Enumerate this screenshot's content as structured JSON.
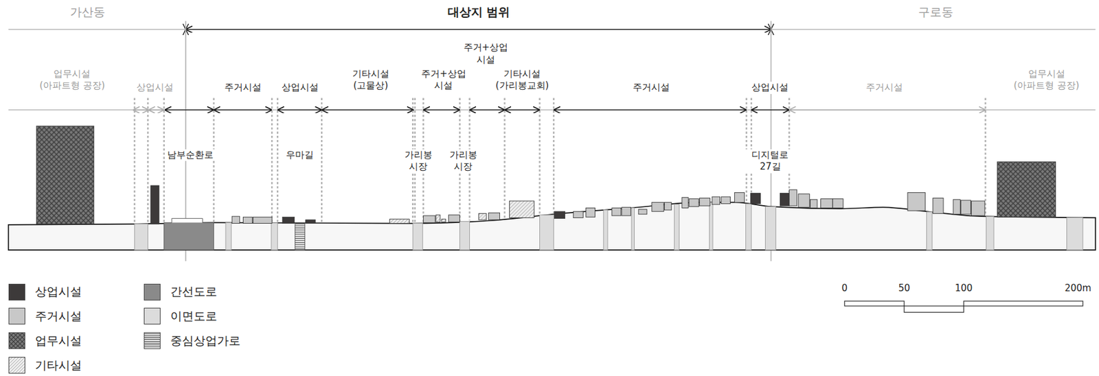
{
  "diagram": {
    "labels": [
      "가산동",
      "대상지 범위",
      "구로동",
      "업무시설 (아파트형 공장)",
      "상업시설",
      "주거시설",
      "상업시설",
      "기타시설 (고물상)",
      "주거+상업 시설",
      "주거+상업 시설",
      "기타시설 (가리봉교회)",
      "주거시설",
      "상업시설",
      "주거시설",
      "업무시설 (아파트형 공장)",
      "남부순환로",
      "우마길",
      "가리봉 시장",
      "가리봉 시장",
      "디지털로 27길",
      "0",
      "50",
      "100",
      "200m"
    ],
    "legend": [
      {
        "text": "상업시설",
        "color": "#3d3a3a"
      },
      {
        "text": "주거시설",
        "color": "#c8c8c8"
      },
      {
        "text": "업무시설"
      },
      {
        "text": "기타시설"
      },
      {
        "text": "간선도로",
        "color": "#8a8a8a"
      },
      {
        "text": "이면도로",
        "color": "#dcdcdc"
      },
      {
        "text": "중심상업가로"
      }
    ]
  }
}
